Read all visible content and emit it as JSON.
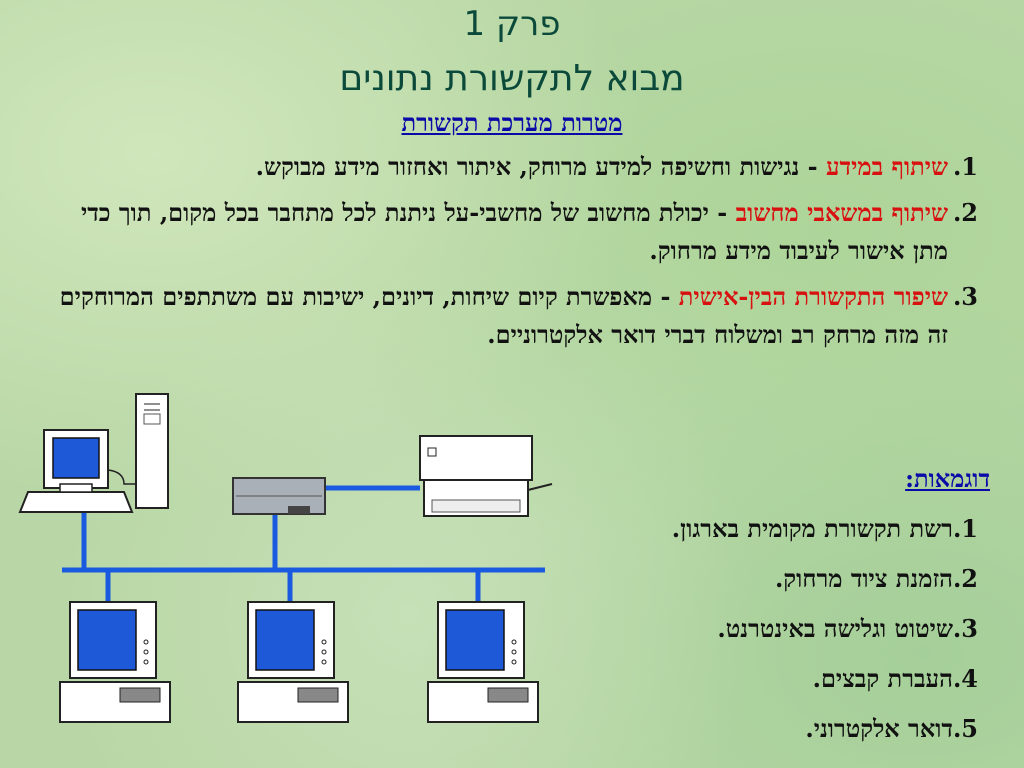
{
  "slide": {
    "title1": "פרק 1",
    "title2": "מבוא לתקשורת נתונים",
    "subtitle": "מטרות מערכת תקשורת",
    "items": [
      {
        "num": "1.",
        "highlight": "שיתוף במידע",
        "text": " - נגישות וחשיפה למידע מרוחק, איתור ואחזור מידע מבוקש."
      },
      {
        "num": "2.",
        "highlight": "שיתוף במשאבי מחשוב",
        "text": " - יכולת מחשוב של מחשבי-על ניתנת לכל מתחבר בכל מקום, תוך כדי מתן אישור לעיבוד מידע מרחוק."
      },
      {
        "num": "3.",
        "highlight": "שיפור התקשורת הבין-אישית",
        "text": " - מאפשרת קיום שיחות, דיונים, ישיבות עם משתתפים המרוחקים זה מזה מרחק רב ומשלוח דברי דואר אלקטרוניים."
      }
    ],
    "examples_title": "דוגמאות:",
    "examples": [
      "1.רשת תקשורת מקומית בארגון.",
      "2.הזמנת ציוד מרחוק.",
      "3.שיטוט וגלישה באינטרנט.",
      "4.העברת קבצים.",
      "5.דואר אלקטרוני."
    ]
  }
}
